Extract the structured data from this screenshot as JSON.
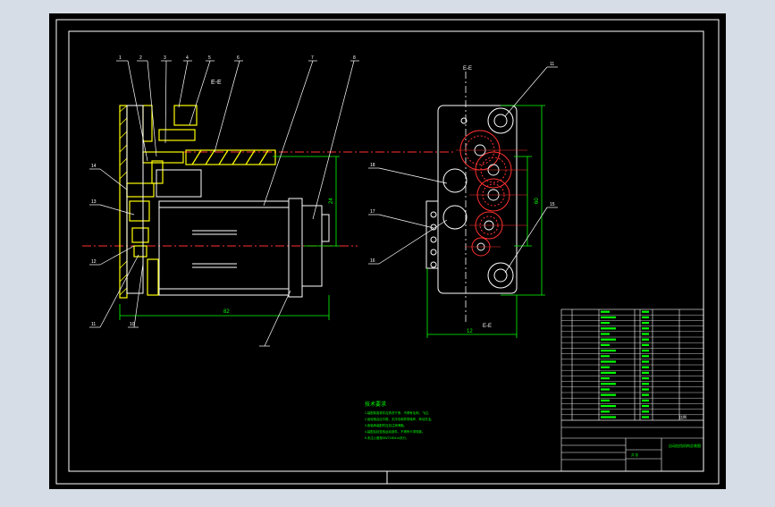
{
  "section_label": "E-E",
  "balloons": [
    "1",
    "2",
    "3",
    "4",
    "5",
    "6",
    "7",
    "8"
  ],
  "left_balloons": [
    "14",
    "13",
    "12",
    "11",
    "10"
  ],
  "right_balloons": [
    "11",
    "18",
    "17",
    "16",
    "15"
  ],
  "dims": {
    "overall_width": "82",
    "height_right": "24",
    "gear_height": "60",
    "gear_width": "12"
  },
  "tech_title": "技术要求",
  "tech_lines": [
    "1.装配前各零件应清洗干净，不得有毛刺、飞边。",
    "2.齿轮啮合应平稳，无冲击和异常噪声，转动灵活。",
    "3.各轴承装配时应加注润滑脂。",
    "4.装配后检查各运动部件，不得有卡滞现象。",
    "5.未注公差按GB/T1804-m执行。"
  ],
  "title_block": {
    "drawing_name": "自动挂挡机构总装图",
    "scale_label": "比例",
    "sheet_label": "共 张"
  },
  "colors": {
    "bg": "#000000",
    "frame": "#ffffff",
    "part": "#ffff00",
    "centerline": "#ff3030",
    "dim": "#00ff00",
    "text": "#00ff00"
  }
}
